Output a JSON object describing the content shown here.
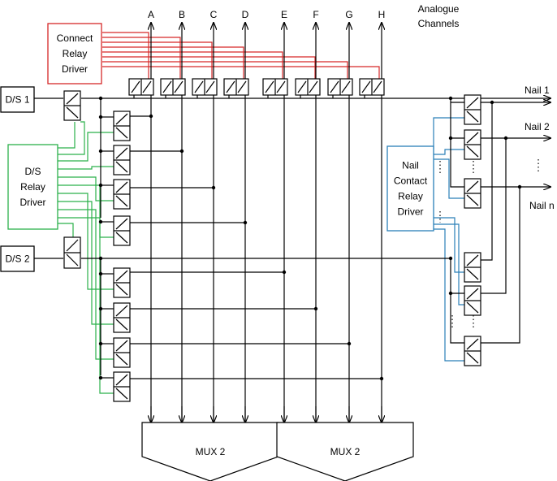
{
  "channels": [
    "A",
    "B",
    "C",
    "D",
    "E",
    "F",
    "G",
    "H"
  ],
  "analogue_label": [
    "Analogue",
    "Channels"
  ],
  "connect_driver": [
    "Connect",
    "Relay",
    "Driver"
  ],
  "ds_driver": [
    "D/S",
    "Relay",
    "Driver"
  ],
  "nail_driver": [
    "Nail",
    "Contact",
    "Relay",
    "Driver"
  ],
  "sources": [
    "D/S 1",
    "D/S 2"
  ],
  "nails": [
    "Nail 1",
    "Nail 2",
    "Nail n"
  ],
  "mux": [
    "MUX 2",
    "MUX 2"
  ],
  "colors": {
    "connect": "#d62828",
    "ds": "#2bb04a",
    "nail": "#2a7fb8",
    "line": "#000000"
  }
}
